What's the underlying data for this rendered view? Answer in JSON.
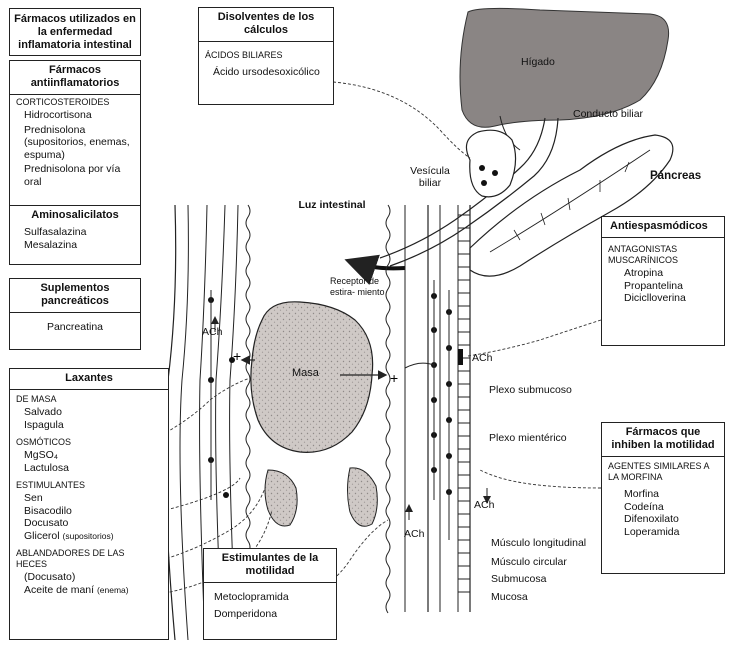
{
  "boxes": {
    "main": {
      "title": "Fármacos utilizados en la enfermedad inflamatoria intestinal"
    },
    "antiinflam": {
      "title": "Fármacos antiinflamatorios",
      "cat1": "CORTICOSTEROIDES",
      "items": [
        "Hidrocortisona",
        "Prednisolona (supositorios, enemas, espuma)",
        "Prednisolona por vía oral"
      ]
    },
    "aminosal": {
      "title": "Aminosalicilatos",
      "items": [
        "Sulfasalazina",
        "Mesalazina"
      ]
    },
    "suplementos": {
      "title": "Suplementos pancreáticos",
      "items": [
        "Pancreatina"
      ]
    },
    "laxantes": {
      "title": "Laxantes",
      "cat_masa": "DE MASA",
      "masa_items": [
        "Salvado",
        "Ispagula"
      ],
      "cat_osm": "OSMÓTICOS",
      "osm_items": [
        "MgSO₄",
        "Lactulosa"
      ],
      "cat_estim": "ESTIMULANTES",
      "estim_items": [
        "Sen",
        "Bisacodilo",
        "Docusato"
      ],
      "glicerol": "Glicerol",
      "glicerol_note": "(supositorios)",
      "cat_ablan": "ABLANDADORES DE LAS HECES",
      "ablan_items": [
        "(Docusato)"
      ],
      "aceite": "Aceite de maní",
      "aceite_note": "(enema)"
    },
    "disolventes": {
      "title": "Disolventes de los cálculos",
      "cat": "ÁCIDOS BILIARES",
      "items": [
        "Ácido ursodesoxicólico"
      ]
    },
    "antiespasmodicos": {
      "title": "Antiespasmódicos",
      "cat": "ANTAGONISTAS MUSCARÍNICOS",
      "items": [
        "Atropina",
        "Propantelina",
        "Diciclloverina"
      ]
    },
    "inhiben": {
      "title": "Fármacos que inhiben la motilidad",
      "cat": "AGENTES SIMILARES A LA MORFINA",
      "items": [
        "Morfina",
        "Codeína",
        "Difenoxilato",
        "Loperamida"
      ]
    },
    "estimulantes": {
      "title": "Estimulantes de la motilidad",
      "items": [
        "Metoclopramida",
        "Domperidona"
      ]
    }
  },
  "diagram_labels": {
    "higado": "Hígado",
    "conducto": "Conducto biliar",
    "vesicula": "Vesícula biliar",
    "pancreas": "Páncreas",
    "luz": "Luz intestinal",
    "receptor": "Receptor de estira- miento",
    "masa": "Masa",
    "ach": "ACh",
    "plexo_sub": "Plexo submucoso",
    "plexo_mie": "Plexo mientérico",
    "musc_long": "Músculo longitudinal",
    "musc_circ": "Músculo circular",
    "submucosa": "Submucosa",
    "mucosa": "Mucosa"
  }
}
